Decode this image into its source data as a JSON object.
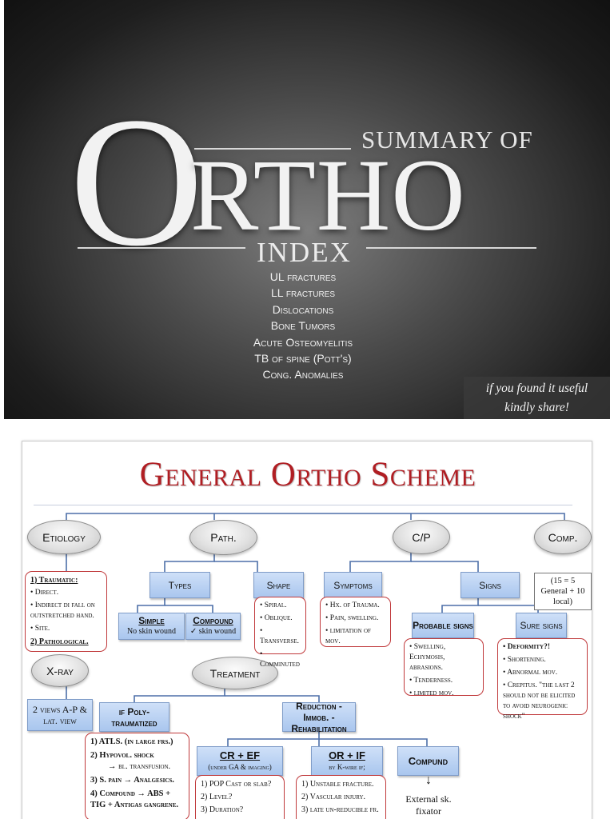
{
  "cover": {
    "title_big_letter": "O",
    "title_rest": "RTHO",
    "summary_of": "SUMMARY OF",
    "index_heading": "INDEX",
    "index_items": [
      "UL fractures",
      "LL fractures",
      "Dislocations",
      "Bone Tumors",
      "Acute Osteomyelitis",
      "TB of spine (Pott's)",
      "Cong. Anomalies"
    ],
    "share_line1": "if you found it useful",
    "share_line2": "kindly share!"
  },
  "scheme": {
    "title": "General Ortho Scheme",
    "clouds": {
      "etiology": "Etiology",
      "path": "Path.",
      "cp": "C/P",
      "comp": "Comp.",
      "xray": "X-ray",
      "treatment": "Treatment"
    },
    "boxes": {
      "types": "Types",
      "shape": "Shape",
      "symptoms": "Symptoms",
      "signs": "Signs",
      "probable_signs": "Probable signs",
      "sure_signs": "Sure signs",
      "simple": "Simple",
      "simple_sub": "No skin wound",
      "compound": "Compound",
      "compound_sub": "✓ skin wound",
      "poly": "if Poly-traumatized",
      "reduction": "Reduction - Immob. - Rehabilitation",
      "cref": "CR + EF",
      "cref_sub": "(under GA & imaging)",
      "orif": "OR + IF",
      "orif_sub": "by K-wire if;",
      "compund": "Compund"
    },
    "comp_text": "(15 = 5 General + 10 local)",
    "xray_views": "2 views A-P & lat. view",
    "etiology_items": {
      "traumatic_heading": "1) Traumatic:",
      "items": [
        "Direct.",
        "Indirect di fall on outstretched hand.",
        "Site."
      ],
      "pathological": "2) Pathological."
    },
    "shape_items": [
      "Spiral.",
      "Oblique.",
      "Transverse.",
      "Comminuted"
    ],
    "symptom_items": [
      "Hx. of Trauma.",
      "Pain, swelling.",
      "limitation of mov."
    ],
    "probable_items": [
      "Swelling, Echymosis, abrasions.",
      "Tenderness.",
      "limited mov."
    ],
    "sure_items": {
      "deformity": "Deformity?!",
      "items": [
        "Shortening.",
        "Abnormal mov."
      ],
      "crepitus": "Crepitus. \"the last 2 should not be elicited to avoid neurogenic shock\""
    },
    "poly_items": [
      "1) ATLS. (in large frs.)",
      "2) Hypovol. shock",
      "→ bl. transfusion.",
      "3) S. pain → Analgesics.",
      "4) Compound → ABS + TIG + Antigas gangrene."
    ],
    "cref_items": [
      "1) POP Cast or slab?",
      "2) Level?",
      "3) Duration?"
    ],
    "orif_items": [
      "1) Unstable fracture.",
      "2) Vascular injury.",
      "3) late un-reducible fr."
    ],
    "compund_arrow": "↓",
    "external_fixator": "External sk. fixator"
  }
}
